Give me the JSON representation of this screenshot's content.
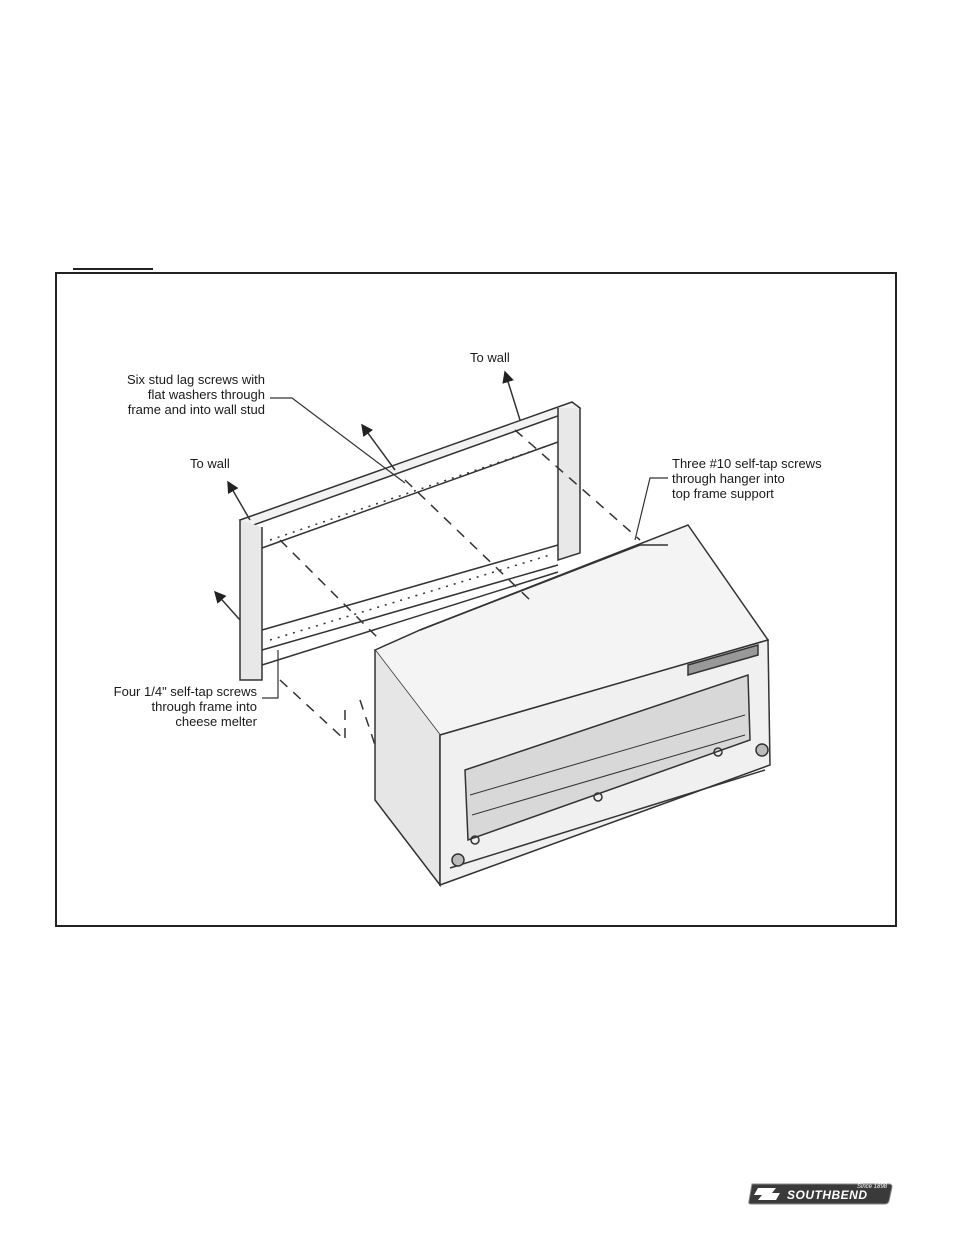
{
  "figure": {
    "callouts": {
      "to_wall_top": "To wall",
      "to_wall_left": "To wall",
      "lag_screws": "Six stud lag screws with\nflat washers through\nframe and into wall stud",
      "ten_screws": "Three #10 self-tap screws\nthrough hanger into\ntop frame support",
      "quarter_screws": "Four 1/4\" self-tap screws\nthrough frame into\ncheese melter"
    }
  },
  "footer": {
    "brand": "SOUTHBEND",
    "tagline": "Since 1898"
  }
}
